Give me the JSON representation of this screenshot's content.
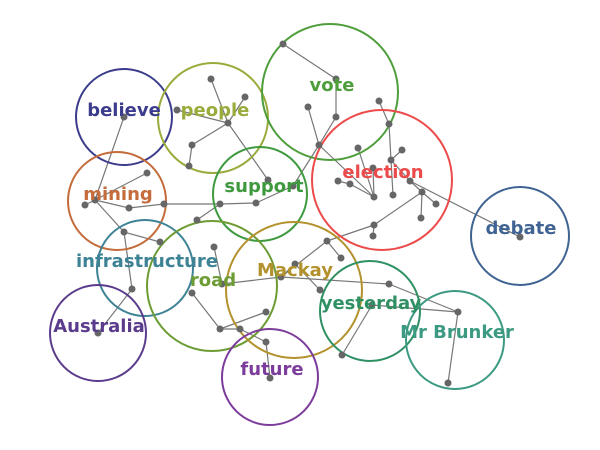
{
  "topics": [
    {
      "id": "believe",
      "label": "believe",
      "color": "#3c3c8c"
    },
    {
      "id": "people",
      "label": "people",
      "color": "#9aab3c"
    },
    {
      "id": "vote",
      "label": "vote",
      "color": "#4f9e3c"
    },
    {
      "id": "election",
      "label": "election",
      "color": "#ec4b4b"
    },
    {
      "id": "support",
      "label": "support",
      "color": "#3f9a3f"
    },
    {
      "id": "mining",
      "label": "mining",
      "color": "#c46c3c"
    },
    {
      "id": "debate",
      "label": "debate",
      "color": "#3f6392"
    },
    {
      "id": "infrastructure",
      "label": "infrastructure",
      "color": "#3d8395"
    },
    {
      "id": "road",
      "label": "road",
      "color": "#6c9c33"
    },
    {
      "id": "mackay",
      "label": "Mackay",
      "color": "#b3922d"
    },
    {
      "id": "yesterday",
      "label": "yesterday",
      "color": "#2f9063"
    },
    {
      "id": "mr-brunker",
      "label": "Mr Brunker",
      "color": "#3c9a82"
    },
    {
      "id": "australia",
      "label": "Australia",
      "color": "#5b3c8c"
    },
    {
      "id": "future",
      "label": "future",
      "color": "#7c3c9c"
    }
  ]
}
